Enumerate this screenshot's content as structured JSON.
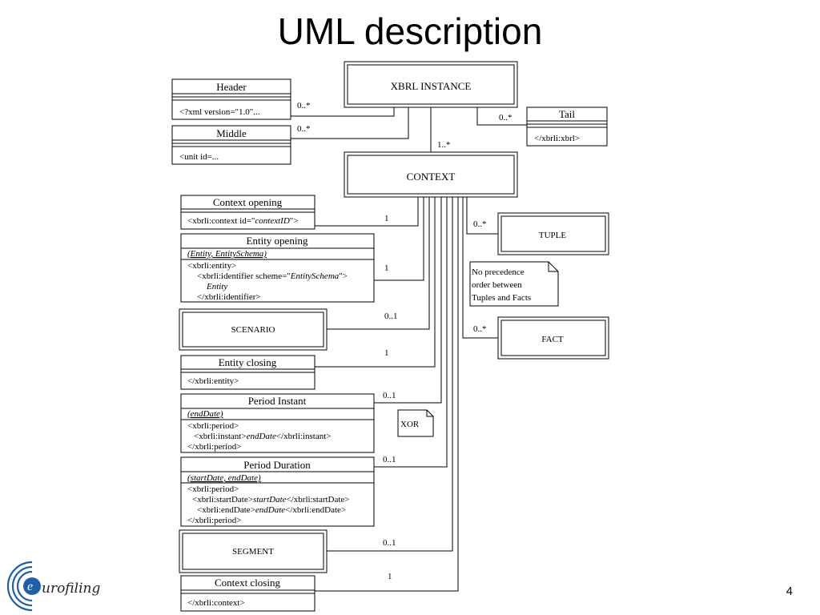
{
  "slide": {
    "title": "UML description",
    "page_number": "4",
    "logo_text": "eurofiling"
  },
  "diagram": {
    "header": {
      "name": "Header",
      "body": "<?xml version=\"1.0\"..."
    },
    "middle": {
      "name": "Middle",
      "body": "<unit id=..."
    },
    "xbrl_instance": {
      "name": "XBRL INSTANCE"
    },
    "tail": {
      "name": "Tail",
      "body": "</xbrli:xbrl>"
    },
    "context": {
      "name": "CONTEXT"
    },
    "context_opening": {
      "name": "Context opening",
      "body_parts": [
        "<xbrli:context id=\"",
        "contextID",
        "\">"
      ]
    },
    "entity_opening": {
      "name": "Entity opening",
      "attrs": "(Entity, EntitySchema)",
      "body": {
        "l1": "<xbrli:entity>",
        "l2a": "<xbrli:identifier  scheme=\"",
        "l2b": "EntitySchema",
        "l2c": "\">",
        "l3": "Entity",
        "l4": "</xbrli:identifier>"
      }
    },
    "scenario": {
      "name": "SCENARIO"
    },
    "entity_closing": {
      "name": "Entity closing",
      "body": "</xbrli:entity>"
    },
    "period_instant": {
      "name": "Period Instant",
      "attrs": "(endDate)",
      "body": {
        "l1": "<xbrli:period>",
        "l2a": "<xbrli:instant>",
        "l2b": "endDate",
        "l2c": "</xbrli:instant>",
        "l3": "</xbrli:period>"
      }
    },
    "period_duration": {
      "name": "Period Duration",
      "attrs": "(startDate, endDate)",
      "body": {
        "l1": "<xbrli:period>",
        "l2a": "<xbrli:startDate>",
        "l2b": "startDate",
        "l2c": "</xbrli:startDate>",
        "l3a": "<xbrli:endDate>",
        "l3b": "endDate",
        "l3c": "</xbrli:endDate>",
        "l4": "</xbrli:period>"
      }
    },
    "segment": {
      "name": "SEGMENT"
    },
    "context_closing": {
      "name": "Context closing",
      "body": "</xbrli:context>"
    },
    "tuple": {
      "name": "TUPLE"
    },
    "fact": {
      "name": "FACT"
    },
    "note": {
      "l1": "No precedence",
      "l2": "order between",
      "l3": "Tuples and Facts"
    },
    "xor_note": "XOR",
    "multiplicities": {
      "header": "0..*",
      "middle": "0..*",
      "tail": "0..*",
      "context": "1..*",
      "context_opening": "1",
      "entity_opening": "1",
      "scenario": "0..1",
      "entity_closing": "1",
      "period_instant": "0..1",
      "period_duration": "0..1",
      "segment": "0..1",
      "context_closing": "1",
      "tuple": "0..*",
      "fact": "0..*"
    }
  }
}
